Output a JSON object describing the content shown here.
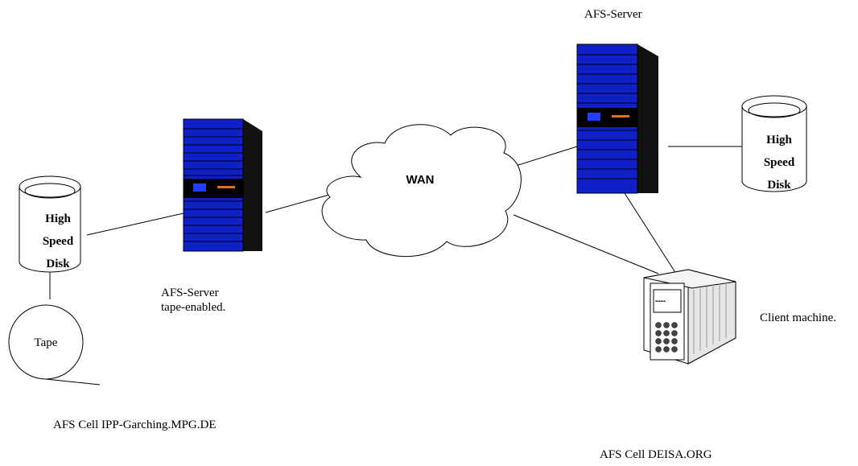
{
  "title": "AFS-Server",
  "left_server_label": [
    "AFS-Server",
    "tape-enabled."
  ],
  "wan_label": "WAN",
  "disk_label": [
    "High",
    "Speed",
    "Disk"
  ],
  "tape_label": "Tape",
  "client_label": "Client machine.",
  "cell_left": "AFS Cell IPP-Garching.MPG.DE",
  "cell_right": "AFS Cell DEISA.ORG"
}
